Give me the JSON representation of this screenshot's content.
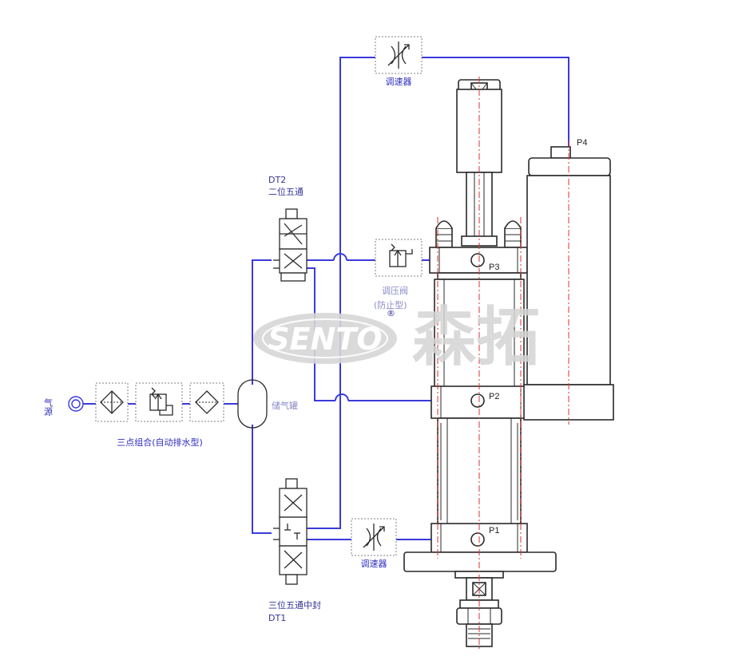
{
  "labels": {
    "air_source": "气源",
    "frl_unit": "三点组合(自动排水型)",
    "air_tank": "储气罐",
    "dt2_code": "DT2",
    "dt2_desc": "二位五通",
    "dt1_desc": "三位五通中封",
    "dt1_code": "DT1",
    "speed_controller_top": "调速器",
    "speed_controller_bottom": "调速器",
    "pressure_valve": "调压阀",
    "pressure_valve_note": "(防止型)",
    "port_p1": "P1",
    "port_p2": "P2",
    "port_p3": "P3",
    "port_p4": "P4"
  },
  "watermark": {
    "logo": "SENTO",
    "registered": "®",
    "text": "森拓"
  },
  "colors": {
    "pipe": "#3a3adc",
    "centerline": "#e03030",
    "label": "#2d2dbf",
    "outline": "#2a2a2a",
    "watermark": "#d4d4d4"
  }
}
